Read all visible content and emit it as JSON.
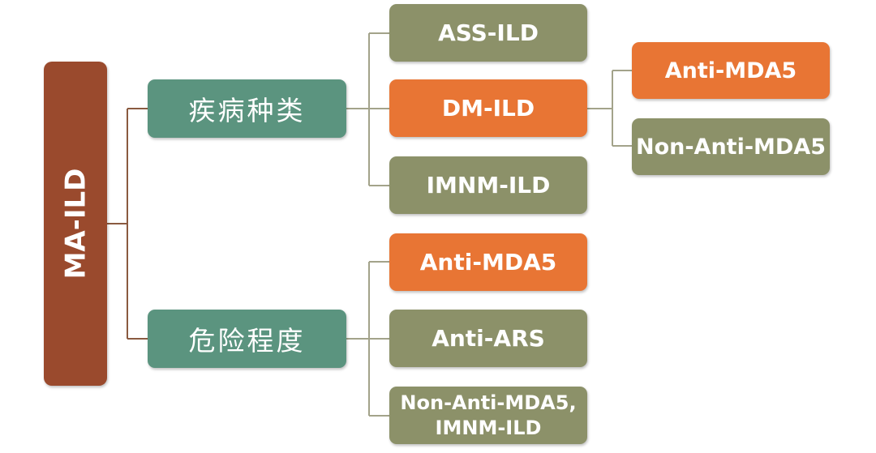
{
  "root": {
    "label": "MA-ILD"
  },
  "categories": [
    {
      "label": "疾病种类",
      "children": [
        {
          "label": "ASS-ILD",
          "highlight": false
        },
        {
          "label": "DM-ILD",
          "highlight": true,
          "children": [
            {
              "label": "Anti-MDA5",
              "highlight": true
            },
            {
              "label": "Non-Anti-MDA5",
              "highlight": false
            }
          ]
        },
        {
          "label": "IMNM-ILD",
          "highlight": false
        }
      ]
    },
    {
      "label": "危险程度",
      "children": [
        {
          "label": "Anti-MDA5",
          "highlight": true
        },
        {
          "label": "Anti-ARS",
          "highlight": false
        },
        {
          "label_line1": "Non-Anti-MDA5,",
          "label_line2": "IMNM-ILD",
          "highlight": false
        }
      ]
    }
  ],
  "colors": {
    "root": "#9a4a2d",
    "category": "#5b947f",
    "leaf": "#8c9169",
    "highlight": "#e87534",
    "connector": "#8a5a40"
  }
}
